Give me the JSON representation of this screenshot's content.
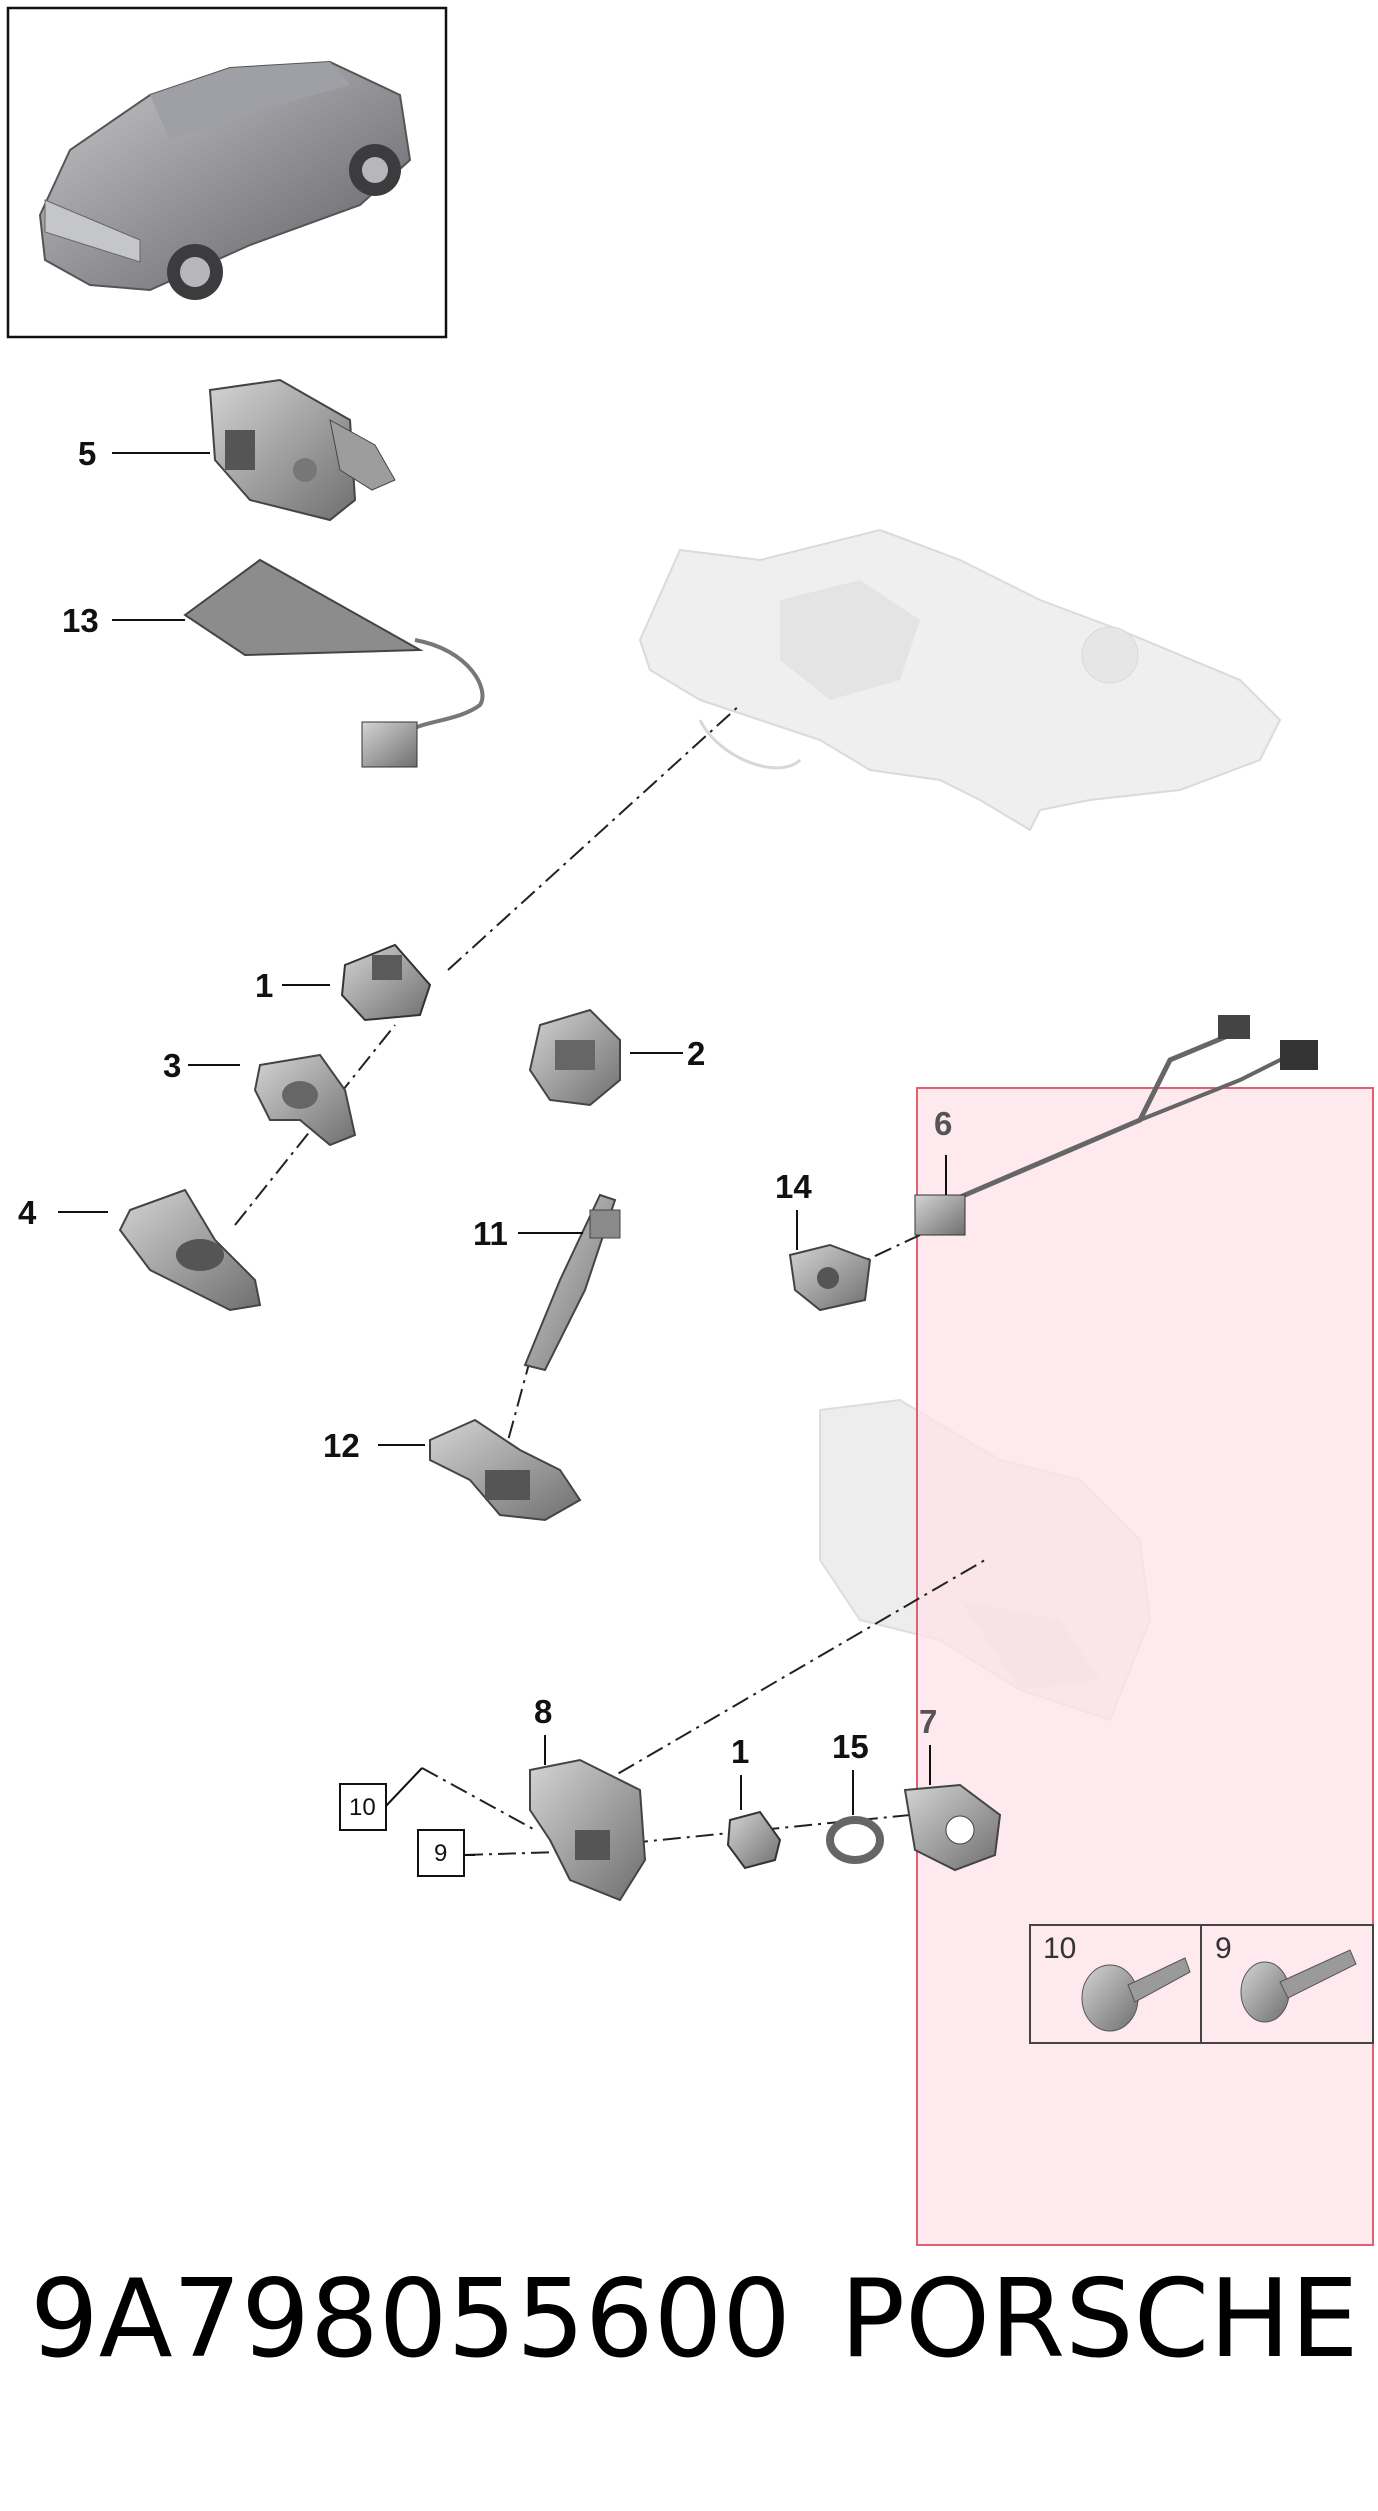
{
  "diagram": {
    "callouts": {
      "c5": "5",
      "c13": "13",
      "c1a": "1",
      "c3": "3",
      "c4": "4",
      "c2": "2",
      "c11": "11",
      "c12": "12",
      "c6": "6",
      "c14": "14",
      "c8": "8",
      "c1b": "1",
      "c15": "15",
      "c7": "7"
    },
    "boxed_refs": {
      "b10": "10",
      "b9": "9"
    },
    "inset": {
      "left": "10",
      "right": "9"
    }
  },
  "footer": {
    "part_number": "9A798055600",
    "brand": "PORSCHE"
  },
  "colors": {
    "highlight_fill": "#fde1e8",
    "highlight_stroke": "#e06070",
    "part_gray": "#8a8a8a",
    "ghost_gray": "#d9d9d9"
  }
}
